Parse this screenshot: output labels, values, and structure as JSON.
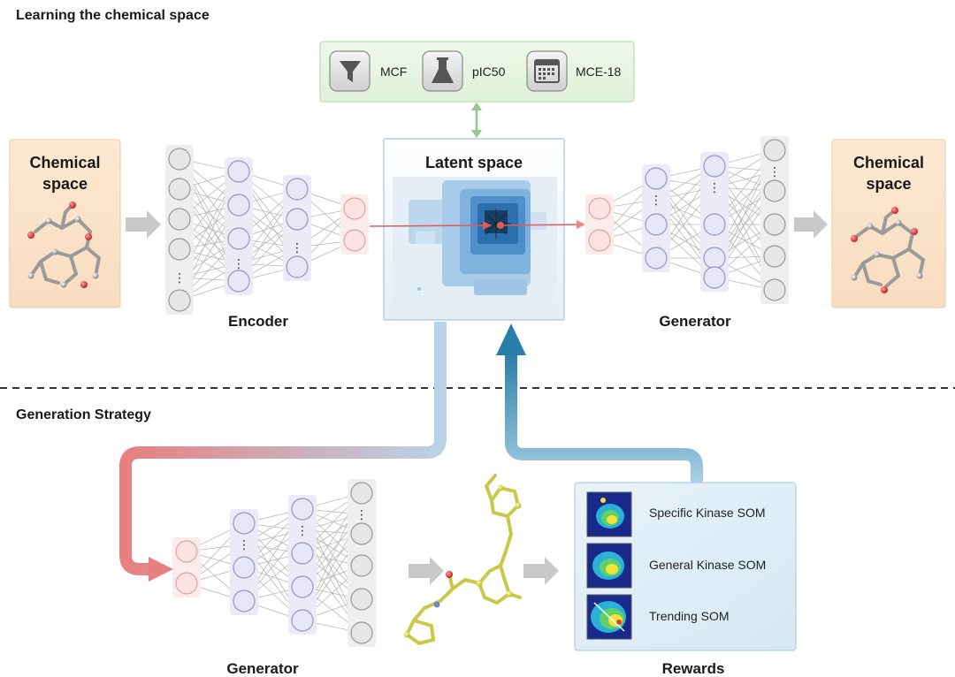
{
  "sections": {
    "top_title": "Learning the chemical space",
    "bottom_title": "Generation Strategy"
  },
  "properties": [
    {
      "icon": "funnel-icon",
      "label": "MCF"
    },
    {
      "icon": "flask-icon",
      "label": "pIC50"
    },
    {
      "icon": "calendar-icon",
      "label": "MCE-18"
    }
  ],
  "chemical_space_left": {
    "line1": "Chemical",
    "line2": "space"
  },
  "chemical_space_right": {
    "line1": "Chemical",
    "line2": "space"
  },
  "latent_space": {
    "title": "Latent space"
  },
  "networks": {
    "encoder": "Encoder",
    "generator_top": "Generator",
    "generator_bottom": "Generator"
  },
  "rewards": {
    "title": "Rewards",
    "items": [
      {
        "label": "Specific Kinase SOM"
      },
      {
        "label": "General Kinase SOM"
      },
      {
        "label": "Trending SOM"
      }
    ]
  },
  "colors": {
    "accent_red": "#e05a5a",
    "accent_blue": "#3a8fb7",
    "property_bg": "#e8f5e4",
    "chemical_bg": "#fbe7d0"
  }
}
